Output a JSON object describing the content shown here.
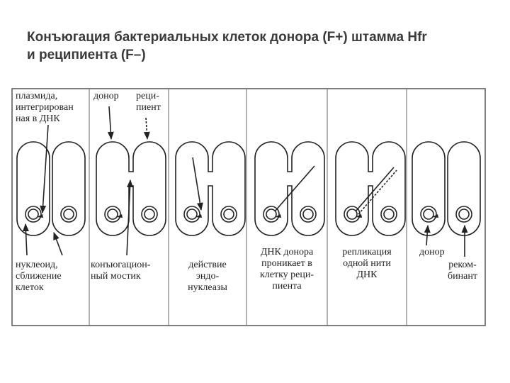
{
  "title": {
    "line1": "Конъюгация бактериальных клеток донора (F+) штамма Hfr",
    "line2": "и реципиента (F–)"
  },
  "panels": [
    {
      "top_left_label": "плазмида,\nинтегрирован\nная в ДНК",
      "bottom_label": "нуклеоид,\nсближение\nклеток"
    },
    {
      "top_left_label": "донор",
      "top_right_label": "реци-\nпиент",
      "bottom_label": "конъюгацион-\nный мостик"
    },
    {
      "bottom_label": "действие\nэндо-\nнуклеазы"
    },
    {
      "bottom_label": "ДНК донора\nпроникает в\nклетку реци-\nпиента"
    },
    {
      "bottom_label": "репликация\nодной нити\nДНК"
    },
    {
      "top_label": "донор",
      "bottom_label": "реком-\nбинант"
    }
  ],
  "colors": {
    "ink": "#222222",
    "frame": "#555555"
  }
}
